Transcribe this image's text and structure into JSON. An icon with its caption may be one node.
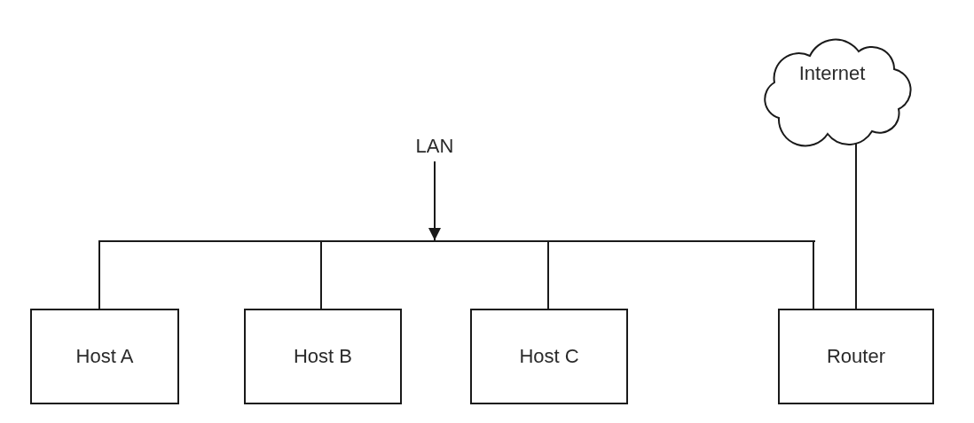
{
  "diagram": {
    "nodes": [
      {
        "text": [
          "Internet"
        ]
      },
      {
        "text": [
          "LAN"
        ]
      },
      {
        "text": [],
        "shape": "bar"
      },
      {
        "text": [
          "Host A"
        ]
      },
      {
        "text": [
          "Host B"
        ]
      },
      {
        "text": [
          "Host C"
        ]
      },
      {
        "text": [
          "Router"
        ]
      }
    ],
    "edges": [
      {
        "from": 1,
        "to": 2,
        "arrow": "to"
      },
      {
        "from": 2,
        "to": 3,
        "arrow": "none"
      },
      {
        "from": 2,
        "to": 4,
        "arrow": "none"
      },
      {
        "from": 2,
        "to": 5,
        "arrow": "none"
      },
      {
        "from": 2,
        "to": 6,
        "arrow": "none"
      },
      {
        "from": 6,
        "to": 0,
        "arrow": "none"
      }
    ]
  }
}
